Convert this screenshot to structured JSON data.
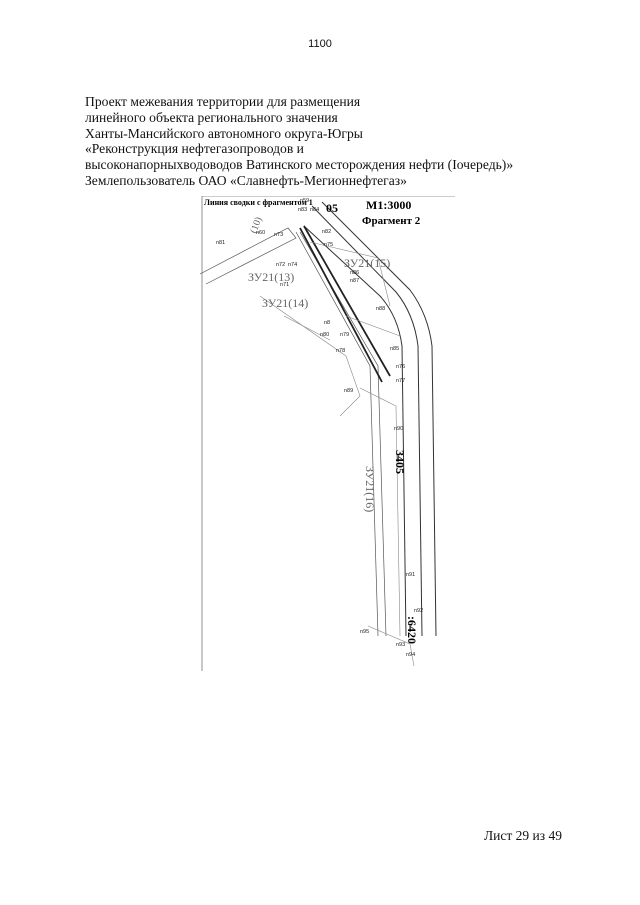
{
  "page_number": "1100",
  "heading": {
    "lines": [
      "Проект межевания территории для размещения",
      "линейного объекта регионального значения",
      "Ханты-Мансийского автономного округа-Югры",
      "«Реконструкция нефтегазопроводов и",
      "высоконапорныхводоводов Ватинского месторождения нефти (Iочередь)»",
      "Землепользователь ОАО «Славнефть-Мегионнефтегаз»"
    ]
  },
  "plan": {
    "match_line_label": "Линия сводки с фрагментом 1",
    "scale": "M1:3000",
    "fragment": "Фрагмент 2",
    "plots": [
      {
        "id": "ЗУ21(15)"
      },
      {
        "id": "ЗУ21(13)"
      },
      {
        "id": "ЗУ21(14)"
      },
      {
        "id": "ЗУ21(16)"
      },
      {
        "id": "(10)"
      }
    ],
    "codes": [
      "05",
      "3405",
      ":6420"
    ],
    "points": [
      "n59",
      "n83",
      "n84",
      "n82",
      "n60",
      "n73",
      "n75",
      "n81",
      "n86",
      "n87",
      "n72",
      "n74",
      "n71",
      "n88",
      "n8",
      "n79",
      "n80",
      "n85",
      "n78",
      "n76",
      "n77",
      "n89",
      "n90",
      "n91",
      "n92",
      "n95",
      "n93",
      "n94"
    ]
  },
  "footer": {
    "sheet": "Лист 29 из 49"
  }
}
